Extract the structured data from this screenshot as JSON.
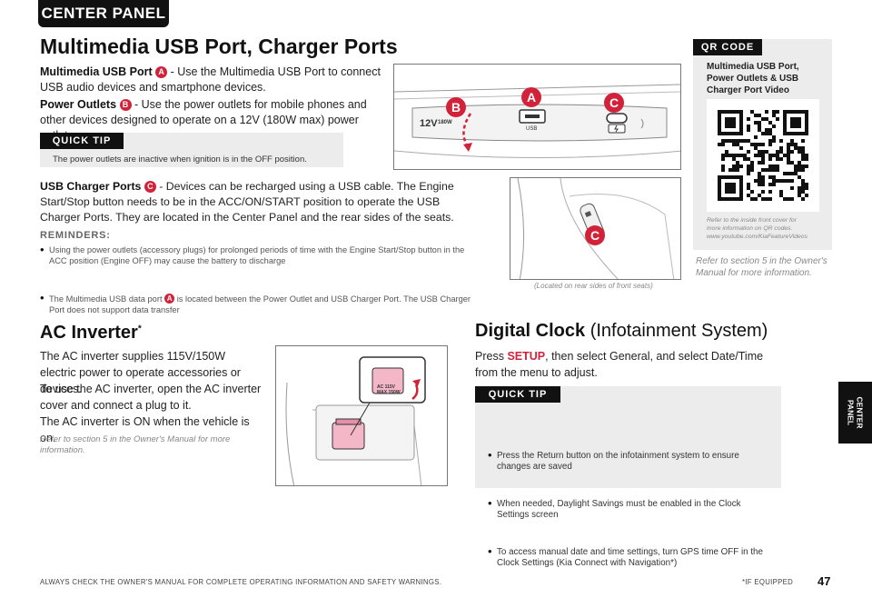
{
  "section_tab": "CENTER PANEL",
  "title": "Multimedia USB Port, Charger Ports",
  "usb_port": {
    "label": "Multimedia USB Port",
    "badge": "A",
    "text": " - Use the Multimedia USB Port to connect USB audio devices and smartphone devices."
  },
  "power_outlets": {
    "label": "Power Outlets",
    "badge": "B",
    "text": " - Use the power outlets for mobile phones and other devices designed to operate on a 12V (180W max) power outlet."
  },
  "quick_tip_1": {
    "label": "QUICK TIP",
    "text": "The power outlets are inactive when ignition is in the OFF position."
  },
  "usb_charger": {
    "label": "USB Charger Ports",
    "badge": "C",
    "text": " - Devices can be recharged using a USB cable. The Engine Start/Stop button needs to be in the ACC/ON/START position to operate the USB Charger Ports. They are located in the Center Panel and the rear sides of the seats."
  },
  "reminders": {
    "title": "REMINDERS:",
    "item1": "Using the power outlets (accessory plugs) for prolonged periods of time with the Engine Start/Stop button in the ACC position (Engine OFF) may cause the battery to discharge",
    "item2_pre": "The Multimedia USB data port ",
    "item2_badge": "A",
    "item2_post": " is located between the Power Outlet and USB Charger Port. The USB Charger Port does not support data transfer"
  },
  "figure1": {
    "badge_a": "A",
    "badge_b": "B",
    "badge_c": "C",
    "outlet_label": "12V",
    "outlet_watt": "180W",
    "usb_label": "USB"
  },
  "figure2": {
    "badge_c": "C",
    "caption": "(Located on rear sides of front seats)"
  },
  "qr": {
    "label": "QR CODE",
    "title": "Multimedia USB Port, Power Outlets & USB Charger Port Video",
    "note1": "Refer to the inside front cover for",
    "note2": "more information on QR codes.",
    "note3": "www.youtube.com/KiaFeatureVideos"
  },
  "refer_manual_1": "Refer to section 5 in the Owner's Manual for more information.",
  "ac_inverter": {
    "title": "AC Inverter",
    "sup": "*",
    "p1": "The AC inverter supplies 115V/150W electric power to operate accessories or devices.",
    "p2": "To use the AC inverter, open the AC inverter cover and connect a plug to it.",
    "p3": "The AC inverter is ON when the vehicle is on.",
    "refer": "Refer to section 5 in the Owner's Manual for more information.",
    "fig_label1": "AC 115V",
    "fig_label2": "MAX 150W"
  },
  "digital_clock": {
    "title": "Digital Clock",
    "title_sub": " (Infotainment System)",
    "press": "Press ",
    "setup": "SETUP",
    "rest": ", then select General, and select Date/Time from the menu to adjust.",
    "tip_label": "QUICK TIP",
    "tips": [
      "Press the Return button on the infotainment system to ensure changes are saved",
      "When needed, Daylight Savings must be enabled in the Clock Settings screen",
      "To access manual date and time settings, turn GPS time OFF in the Clock Settings (Kia Connect with Navigation*)"
    ]
  },
  "side_tab": "CENTER\nPANEL",
  "footer": {
    "warning": "ALWAYS CHECK THE OWNER'S MANUAL FOR COMPLETE OPERATING INFORMATION AND SAFETY WARNINGS.",
    "equipped": "*IF EQUIPPED",
    "page": "47"
  },
  "colors": {
    "accent_red": "#d2223a",
    "dark": "#111111",
    "tip_bg": "#ececec"
  }
}
